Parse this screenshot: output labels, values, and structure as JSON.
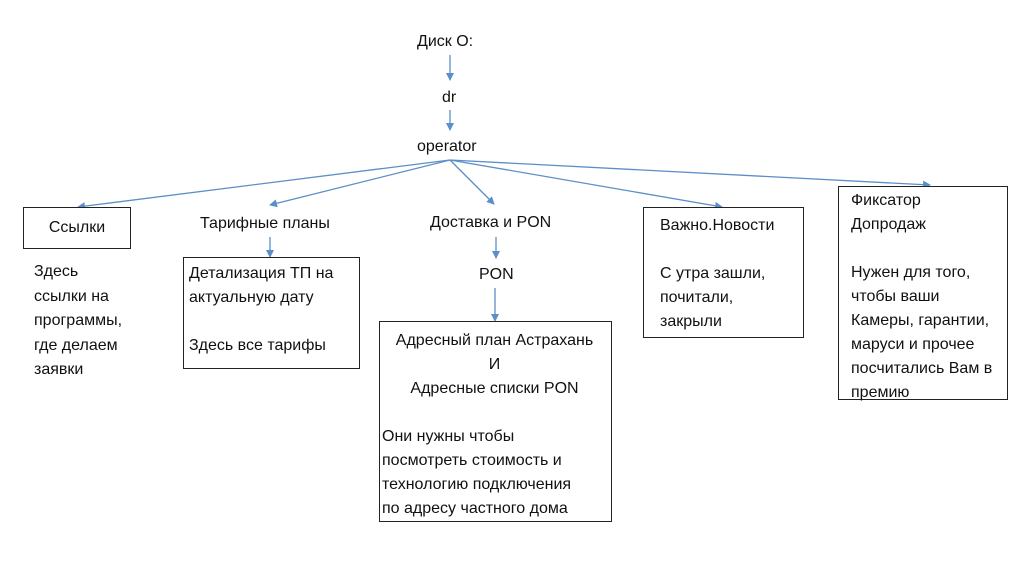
{
  "colors": {
    "arrow": "#5b8fc7",
    "border": "#222222",
    "text": "#111111",
    "background": "#ffffff"
  },
  "nodes": {
    "root": "Диск O:",
    "dr": "dr",
    "operator": "operator",
    "links": {
      "title": "Ссылки",
      "description": [
        "Здесь",
        "ссылки на",
        "программы,",
        "где делаем",
        "заявки"
      ]
    },
    "tariffs": {
      "title": "Тарифные планы",
      "box_lines": [
        "Детализация ТП на",
        "актуальную дату"
      ],
      "box_note": "Здесь все тарифы"
    },
    "delivery": {
      "title": "Доставка и PON",
      "sub": "PON",
      "box_heading": [
        "Адресный план Астрахань",
        "И",
        "Адресные списки PON"
      ],
      "box_body": [
        "Они нужны чтобы",
        "посмотреть стоимость и",
        "технологию подключения",
        "по адресу частного дома"
      ]
    },
    "news": {
      "title": "Важно.Новости",
      "body": [
        "С утра зашли,",
        "почитали,",
        "закрыли"
      ]
    },
    "upsell": {
      "title": [
        "Фиксатор",
        "Допродаж"
      ],
      "body": [
        "Нужен для того,",
        "чтобы ваши",
        "Камеры, гарантии,",
        "маруси и прочее",
        "посчитались Вам в",
        "премию"
      ]
    }
  }
}
